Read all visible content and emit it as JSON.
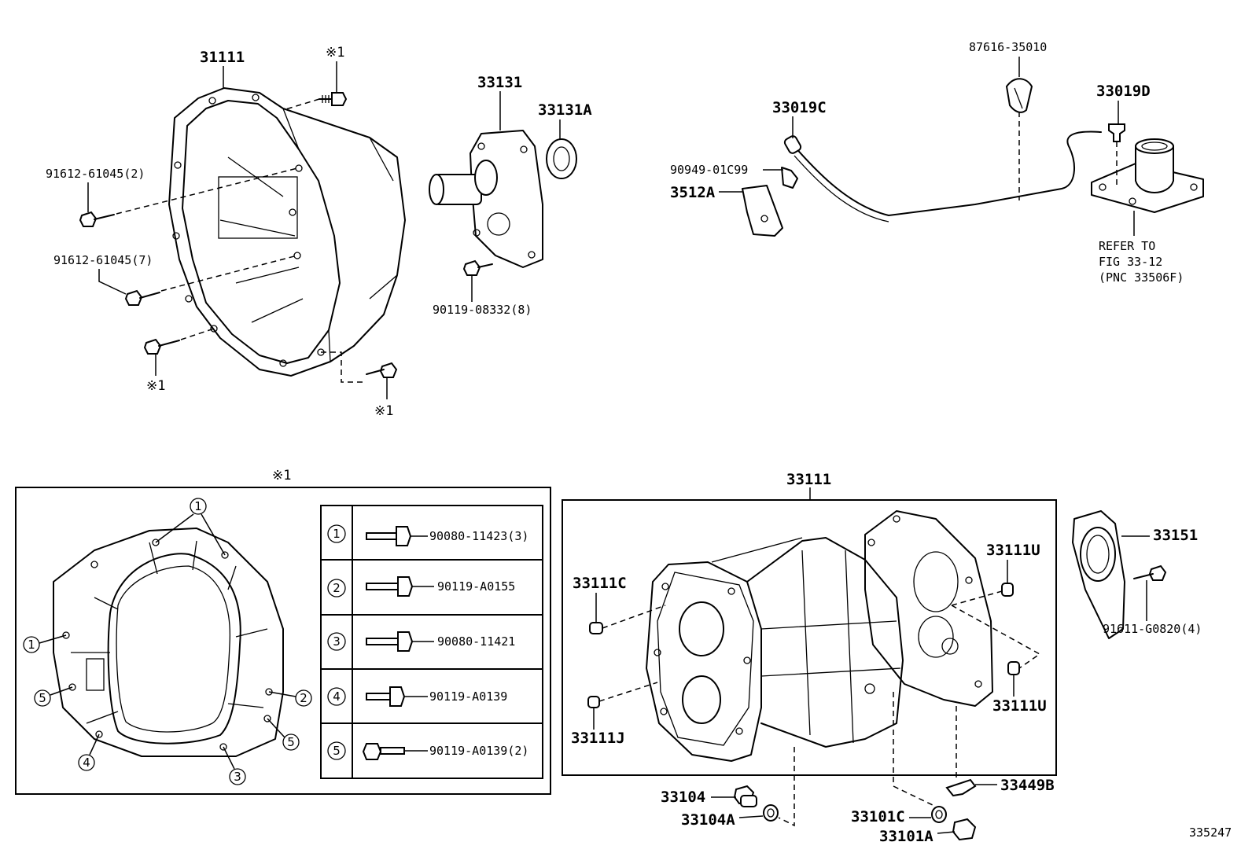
{
  "top_left": {
    "housing_label": "31111",
    "mark_top": "※1",
    "bolt1_label": "91612-61045(2)",
    "bolt2_label": "91612-61045(7)",
    "mark_bottom_left": "※1",
    "mark_bottom_right": "※1"
  },
  "retainer": {
    "label": "33131",
    "seal_label": "33131A",
    "bolt_label": "90119-08332(8)"
  },
  "shift_line": {
    "bracket_label": "87616-35010",
    "fitting_label": "33019D",
    "hose_label": "33019C",
    "clip_label": "90949-01C99",
    "clamp_label": "3512A",
    "refer_line1": "REFER TO",
    "refer_line2": "FIG 33-12",
    "refer_line3": "(PNC 33506F)"
  },
  "bolt_legend": {
    "heading": "※1",
    "rows": [
      {
        "num": "1",
        "part": "90080-11423(3)"
      },
      {
        "num": "2",
        "part": "90119-A0155"
      },
      {
        "num": "3",
        "part": "90080-11421"
      },
      {
        "num": "4",
        "part": "90119-A0139"
      },
      {
        "num": "5",
        "part": "90119-A0139(2)"
      }
    ]
  },
  "callouts": {
    "c1a": "1",
    "c1b": "1",
    "c2": "2",
    "c3": "3",
    "c4": "4",
    "c5a": "5",
    "c5b": "5"
  },
  "case_group": {
    "label": "33111",
    "pin_c": "33111C",
    "pin_j": "33111J",
    "pin_u_top": "33111U",
    "pin_u_bottom": "33111U",
    "retainer_label": "33151",
    "retainer_bolt": "91611-G0820(4)"
  },
  "bottom_parts": {
    "plug": "33104",
    "plug_gasket": "33104A",
    "drain_gasket": "33101C",
    "drain_plug": "33101A",
    "plate": "33449B"
  },
  "figure_code": "335247"
}
